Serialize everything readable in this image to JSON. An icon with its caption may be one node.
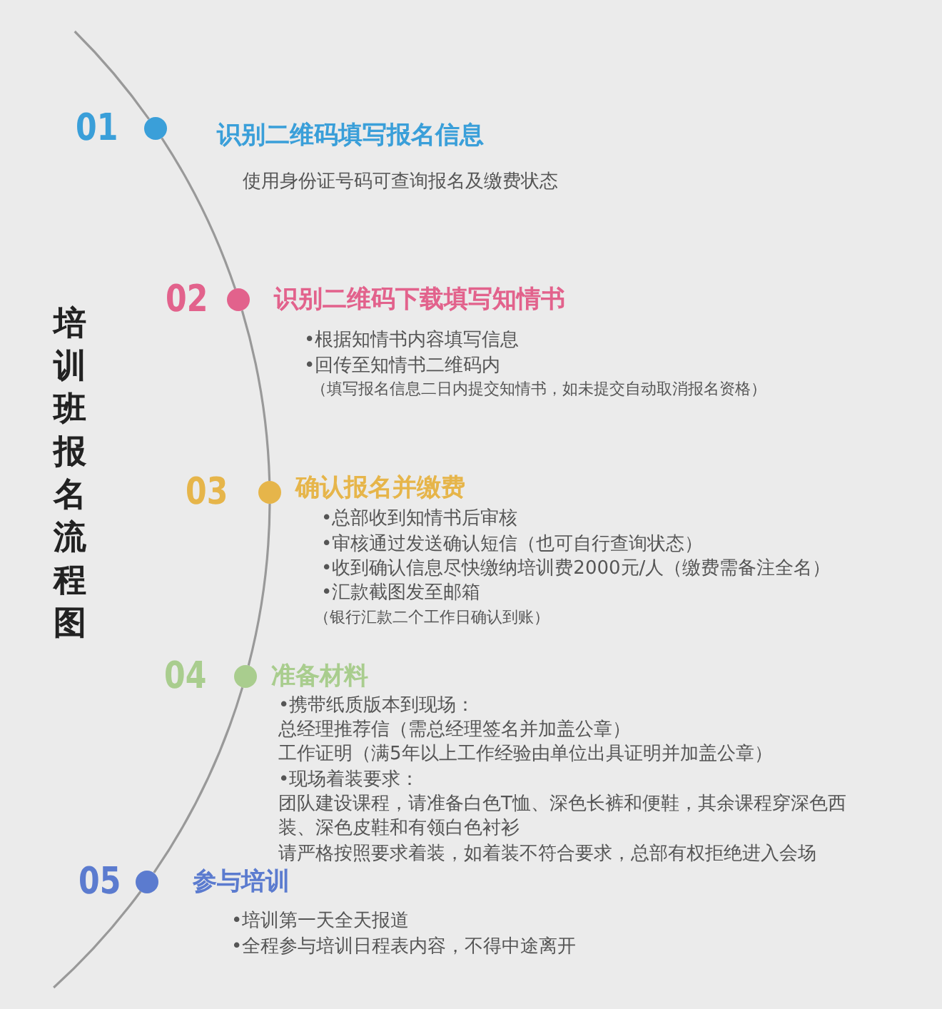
{
  "diagram": {
    "title": "培训班报名流程图",
    "nodes": [
      {
        "text": [],
        "shape": "circle",
        "beside": [
          "01",
          "识别二维码填写报名信息",
          "使用身份证号码可查询报名及缴费状态"
        ]
      },
      {
        "text": [],
        "shape": "circle",
        "beside": [
          "02",
          "识别二维码下载填写知情书",
          "•根据知情书内容填写信息",
          "•回传至知情书二维码内",
          "（填写报名信息二日内提交知情书，如未提交自动取消报名资格）"
        ]
      },
      {
        "text": [],
        "shape": "circle",
        "beside": [
          "03",
          "确认报名并缴费",
          "•总部收到知情书后审核",
          "•审核通过发送确认短信（也可自行查询状态）",
          "•收到确认信息尽快缴纳培训费2000元/人（缴费需备注全名）",
          "•汇款截图发至邮箱",
          "（银行汇款二个工作日确认到账）"
        ]
      },
      {
        "text": [],
        "shape": "circle",
        "beside": [
          "04",
          "准备材料",
          "•携带纸质版本到现场：",
          "总经理推荐信（需总经理签名并加盖公章）",
          "工作证明（满5年以上工作经验由单位出具证明并加盖公章）",
          "•现场着装要求：",
          "团队建设课程，请准备白色T恤、深色长裤和便鞋，其余课程穿深色西装、深色皮鞋和有领白色衬衫",
          "请严格按照要求着装，如着装不符合要求，总部有权拒绝进入会场"
        ]
      },
      {
        "text": [],
        "shape": "circle",
        "beside": [
          "05",
          "参与培训",
          "•培训第一天全天报道",
          "•全程参与培训日程表内容，不得中途离开"
        ]
      }
    ],
    "edges": [
      {
        "from": null,
        "to": 0,
        "arrow": "none"
      },
      {
        "from": 0,
        "to": 1,
        "arrow": "none"
      },
      {
        "from": 1,
        "to": 2,
        "arrow": "none"
      },
      {
        "from": 2,
        "to": 3,
        "arrow": "none"
      },
      {
        "from": 3,
        "to": 4,
        "arrow": "none"
      },
      {
        "from": 4,
        "to": null,
        "arrow": "none"
      }
    ]
  }
}
